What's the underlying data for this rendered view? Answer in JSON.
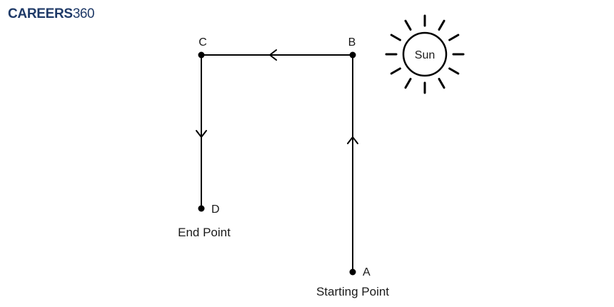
{
  "logo": {
    "word": "CAREERS",
    "number": "360",
    "colors": {
      "word": "#1f3a68",
      "number": "#1f3a68"
    }
  },
  "diagram": {
    "points": {
      "A": {
        "label": "A",
        "caption": "Starting Point"
      },
      "B": {
        "label": "B"
      },
      "C": {
        "label": "C"
      },
      "D": {
        "label": "D",
        "caption": "End Point"
      }
    },
    "path_order": [
      "A",
      "B",
      "C",
      "D"
    ],
    "sun": {
      "label": "Sun",
      "icon": "sun-icon",
      "ray_count": 12
    },
    "colors": {
      "line": "#000000",
      "text": "#1a1a1a"
    }
  }
}
